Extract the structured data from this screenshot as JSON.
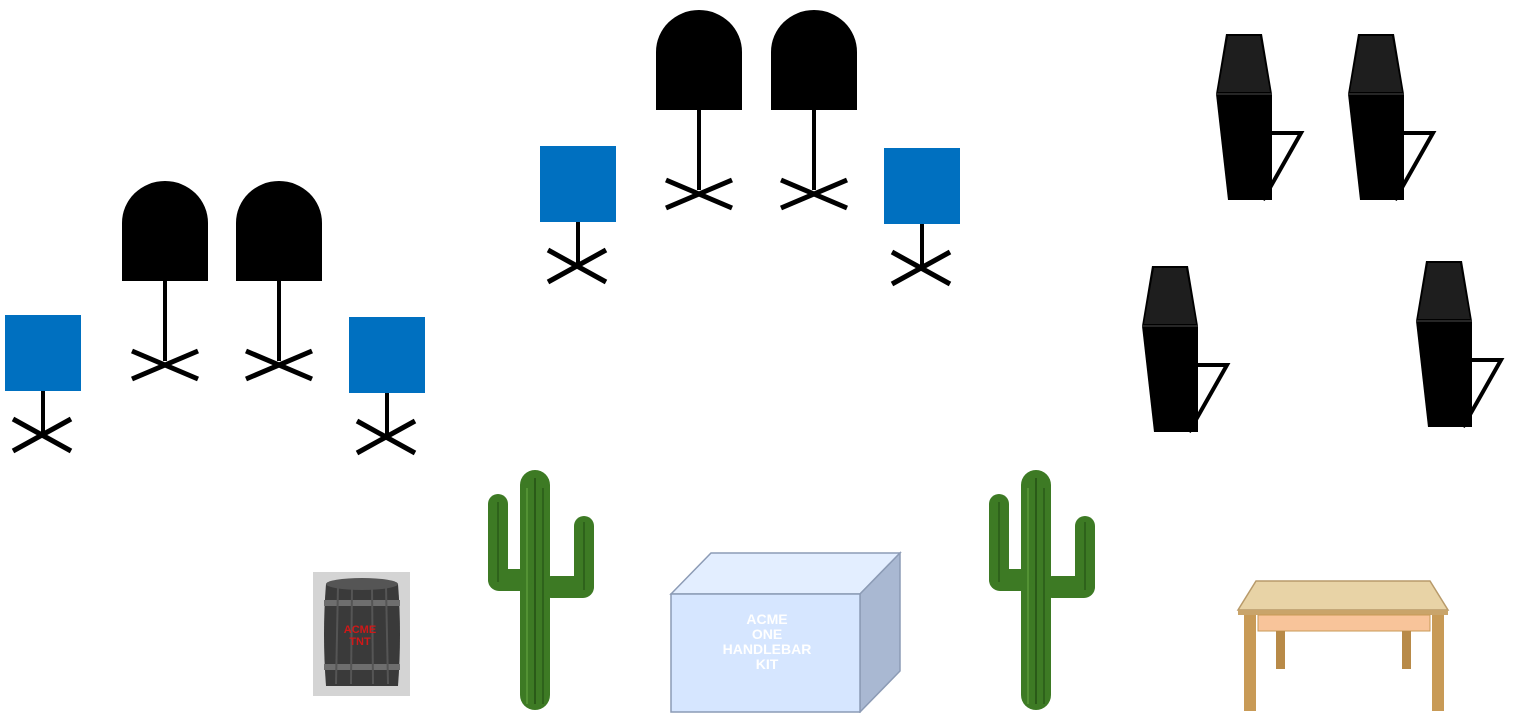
{
  "diagram": {
    "colors": {
      "background": "#ffffff",
      "stand_blue": "#0070c0",
      "stand_black": "#000000",
      "box_face": "#d6e6ff",
      "box_top": "#e3eeff",
      "box_side": "#a9b8d2",
      "cactus": "#3d7a24",
      "barrel_label": "#d01818",
      "table_top": "#e8d3a6",
      "table_apron": "#f8c49a",
      "table_legs": "#c89a56"
    },
    "icons": [
      "blue-stand-icon",
      "black-stand-icon",
      "speaker-icon",
      "cactus-icon",
      "barrel-icon",
      "box-icon",
      "table-icon"
    ],
    "box_label": [
      "ACME",
      "ONE",
      "HANDLEBAR",
      "KIT"
    ],
    "barrel_label": [
      "ACME",
      "TNT"
    ]
  }
}
